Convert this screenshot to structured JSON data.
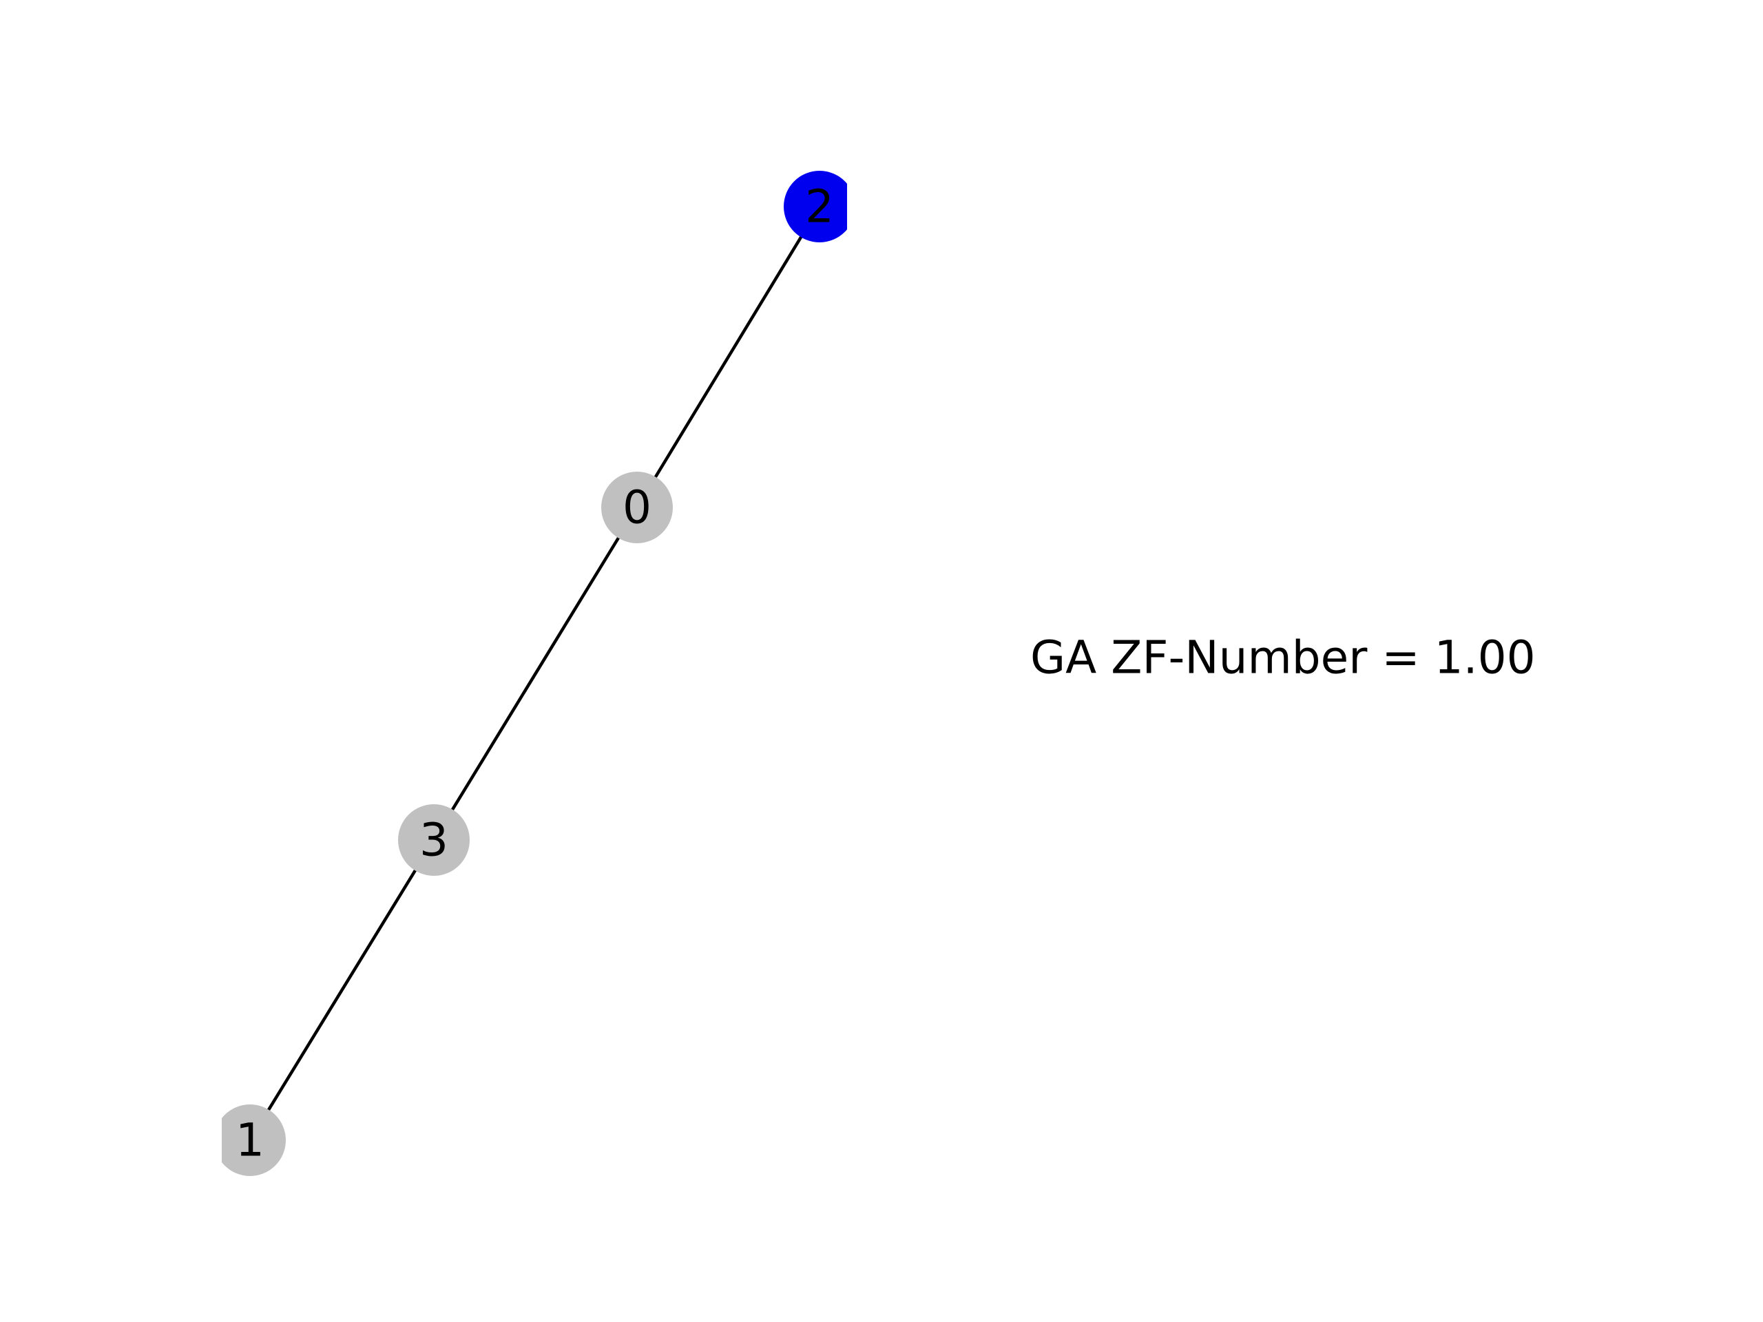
{
  "graph": {
    "nodes": [
      {
        "id": "0",
        "label": "0",
        "color": "#c0c0c0"
      },
      {
        "id": "1",
        "label": "1",
        "color": "#c0c0c0"
      },
      {
        "id": "2",
        "label": "2",
        "color": "#0000ee"
      },
      {
        "id": "3",
        "label": "3",
        "color": "#c0c0c0"
      }
    ],
    "edges": [
      {
        "source": "2",
        "target": "0"
      },
      {
        "source": "0",
        "target": "3"
      },
      {
        "source": "3",
        "target": "1"
      }
    ]
  },
  "annotation": {
    "text": "GA ZF-Number = 1.00"
  }
}
